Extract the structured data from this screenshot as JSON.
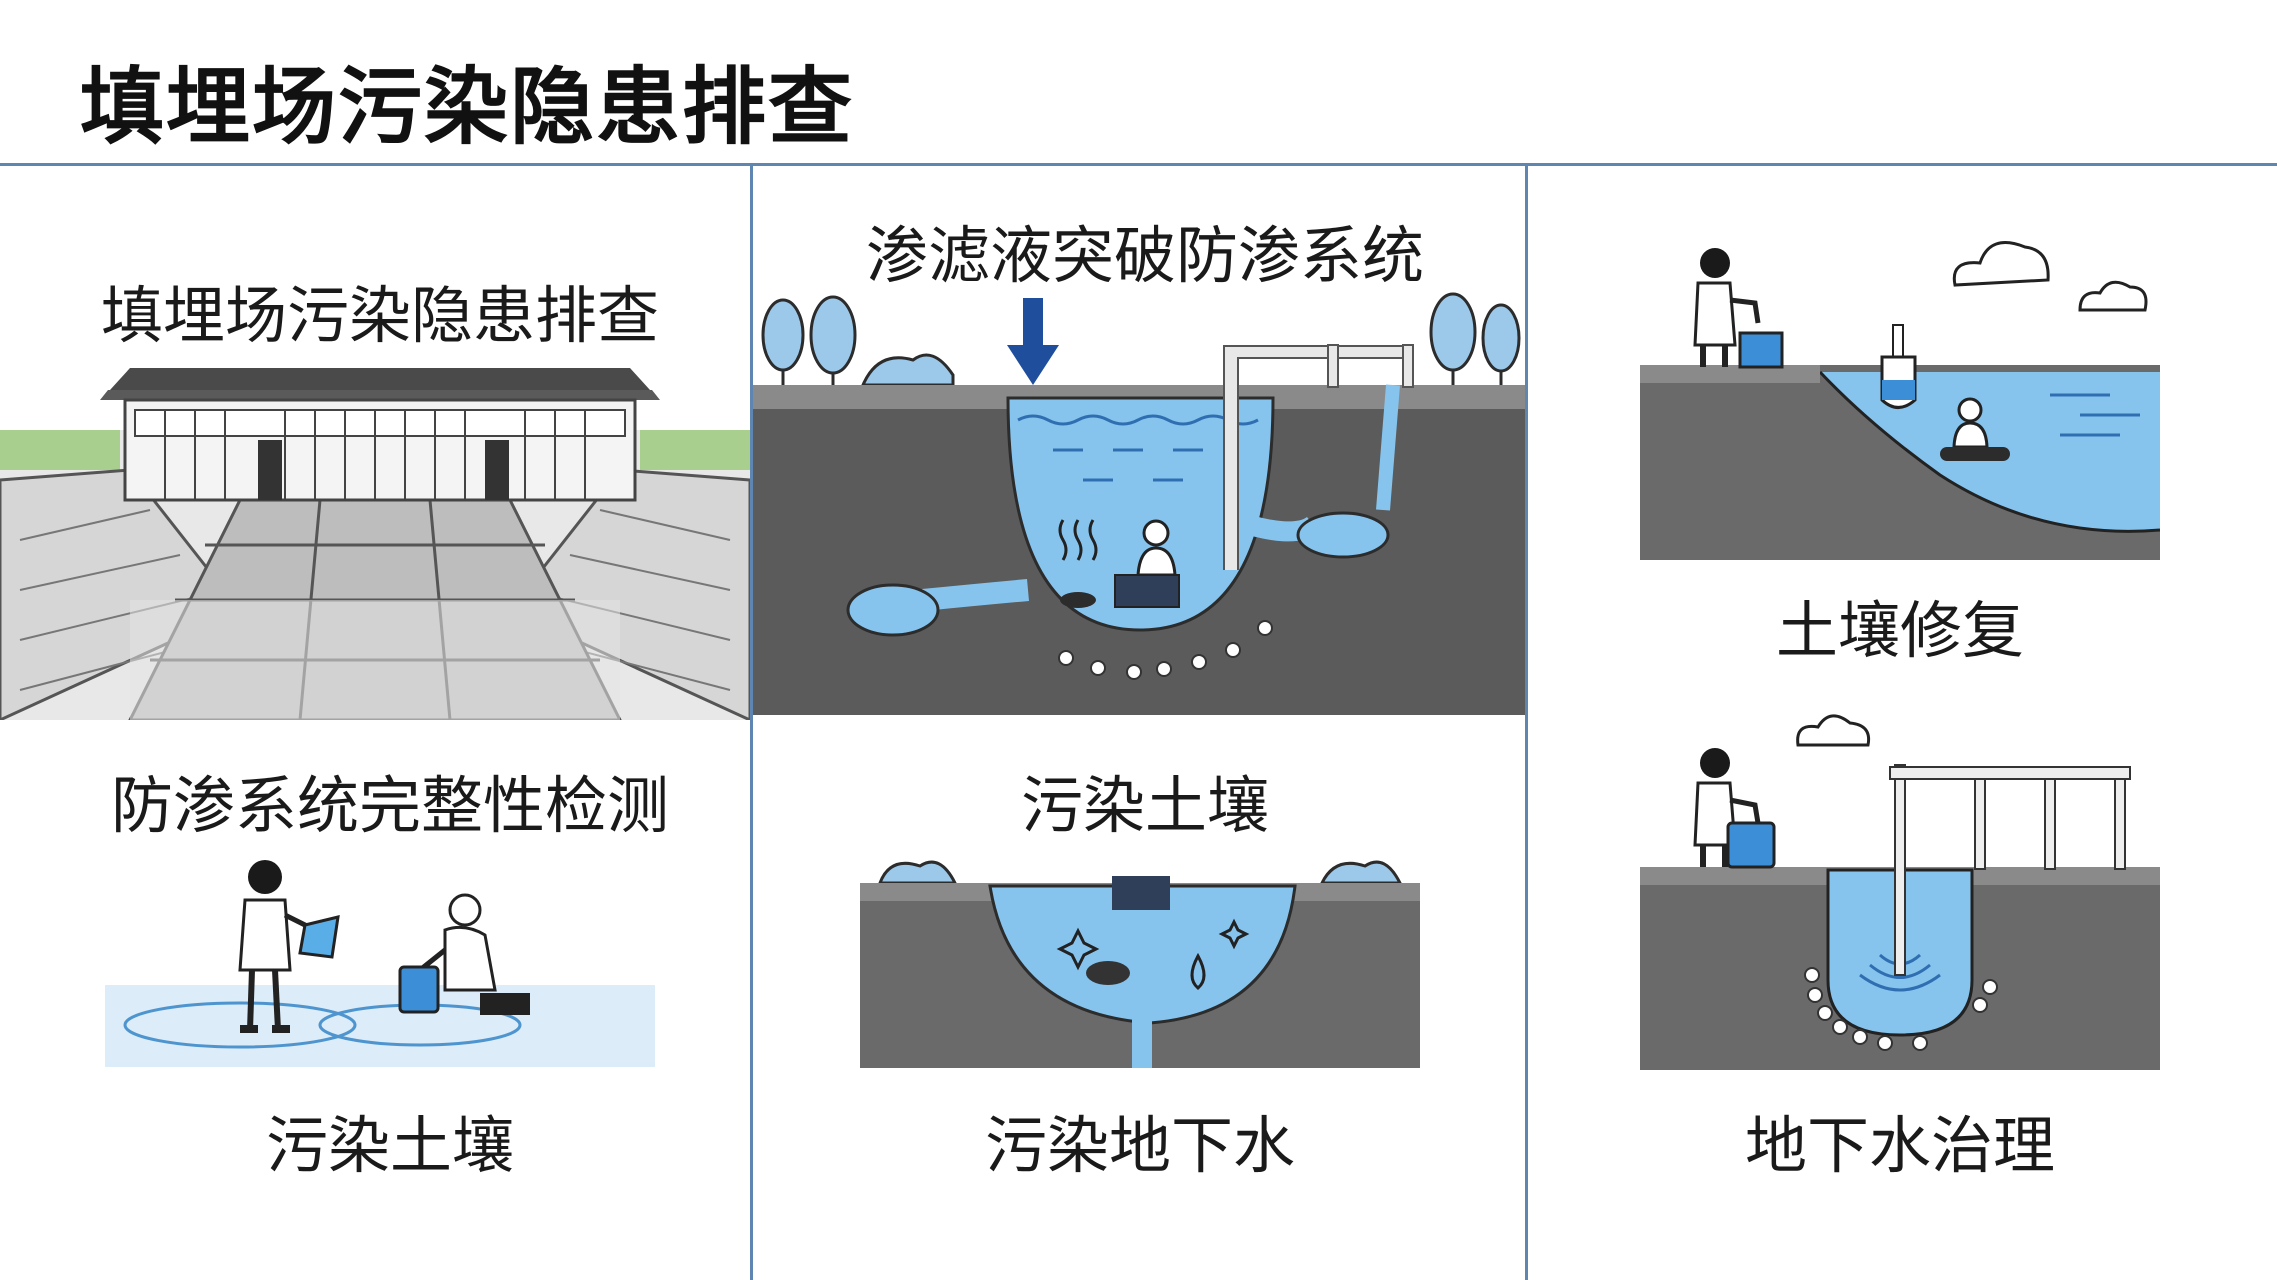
{
  "page": {
    "title": "填埋场污染隐患排查"
  },
  "panels": {
    "left": {
      "top_label": "填埋场污染隐患排查",
      "middle_label": "防渗系统完整性检测",
      "bottom_label": "污染土壤"
    },
    "center": {
      "top_label": "渗滤液突破防渗系统",
      "middle_label": "污染土壤",
      "bottom_label": "污染地下水"
    },
    "right": {
      "middle_label": "土壤修复",
      "bottom_label": "地下水治理"
    }
  },
  "colors": {
    "water": "#7fbde8",
    "water_dark": "#4e95cf",
    "soil": "#5b5b5b",
    "soil_light": "#8a8a8a",
    "rule": "#5f86b0",
    "arrow": "#1f4f9c"
  }
}
